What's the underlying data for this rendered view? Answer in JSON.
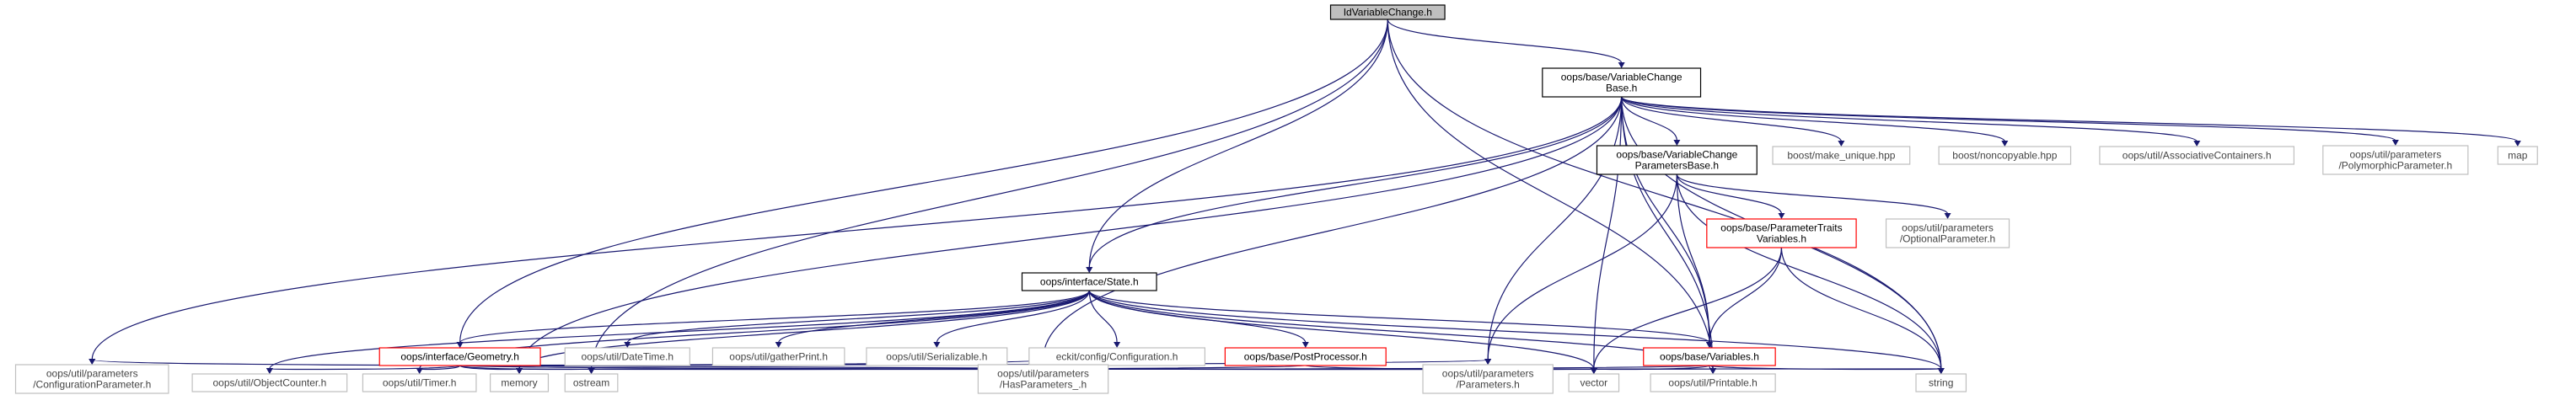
{
  "graph": {
    "title": "IdVariableChange.h",
    "colors": {
      "edge": "#191970",
      "root_fill": "#bfbfbf",
      "node_border_dark": "#000000",
      "node_border_light": "#bfbfbf",
      "node_border_red": "#ff0000"
    },
    "nodes": [
      {
        "id": "idvc",
        "lines": [
          "IdVariableChange.h"
        ],
        "style": "root"
      },
      {
        "id": "vcb",
        "lines": [
          "oops/base/VariableChange",
          "Base.h"
        ],
        "style": "dark"
      },
      {
        "id": "vcpb",
        "lines": [
          "oops/base/VariableChange",
          "ParametersBase.h"
        ],
        "style": "dark"
      },
      {
        "id": "bmu",
        "lines": [
          "boost/make_unique.hpp"
        ],
        "style": "light"
      },
      {
        "id": "bnc",
        "lines": [
          "boost/noncopyable.hpp"
        ],
        "style": "light"
      },
      {
        "id": "assoc",
        "lines": [
          "oops/util/AssociativeContainers.h"
        ],
        "style": "light"
      },
      {
        "id": "poly",
        "lines": [
          "oops/util/parameters",
          "/PolymorphicParameter.h"
        ],
        "style": "light"
      },
      {
        "id": "map",
        "lines": [
          "map"
        ],
        "style": "light"
      },
      {
        "id": "state",
        "lines": [
          "oops/interface/State.h"
        ],
        "style": "dark"
      },
      {
        "id": "ptv",
        "lines": [
          "oops/base/ParameterTraits",
          "Variables.h"
        ],
        "style": "red"
      },
      {
        "id": "optp",
        "lines": [
          "oops/util/parameters",
          "/OptionalParameter.h"
        ],
        "style": "light"
      },
      {
        "id": "geom",
        "lines": [
          "oops/interface/Geometry.h"
        ],
        "style": "red"
      },
      {
        "id": "datetime",
        "lines": [
          "oops/util/DateTime.h"
        ],
        "style": "light"
      },
      {
        "id": "gprint",
        "lines": [
          "oops/util/gatherPrint.h"
        ],
        "style": "light"
      },
      {
        "id": "serial",
        "lines": [
          "oops/util/Serializable.h"
        ],
        "style": "light"
      },
      {
        "id": "eckit",
        "lines": [
          "eckit/config/Configuration.h"
        ],
        "style": "light"
      },
      {
        "id": "postproc",
        "lines": [
          "oops/base/PostProcessor.h"
        ],
        "style": "red"
      },
      {
        "id": "vars",
        "lines": [
          "oops/base/Variables.h"
        ],
        "style": "red"
      },
      {
        "id": "confp",
        "lines": [
          "oops/util/parameters",
          "/ConfigurationParameter.h"
        ],
        "style": "light"
      },
      {
        "id": "objc",
        "lines": [
          "oops/util/ObjectCounter.h"
        ],
        "style": "light"
      },
      {
        "id": "timer",
        "lines": [
          "oops/util/Timer.h"
        ],
        "style": "light"
      },
      {
        "id": "memory",
        "lines": [
          "memory"
        ],
        "style": "light"
      },
      {
        "id": "ostream",
        "lines": [
          "ostream"
        ],
        "style": "light"
      },
      {
        "id": "hasp",
        "lines": [
          "oops/util/parameters",
          "/HasParameters_.h"
        ],
        "style": "light"
      },
      {
        "id": "params",
        "lines": [
          "oops/util/parameters",
          "/Parameters.h"
        ],
        "style": "light"
      },
      {
        "id": "vector",
        "lines": [
          "vector"
        ],
        "style": "light"
      },
      {
        "id": "printable",
        "lines": [
          "oops/util/Printable.h"
        ],
        "style": "light"
      },
      {
        "id": "string",
        "lines": [
          "string"
        ],
        "style": "light"
      }
    ],
    "edges": [
      [
        "idvc",
        "vcb"
      ],
      [
        "idvc",
        "state"
      ],
      [
        "idvc",
        "geom"
      ],
      [
        "idvc",
        "ostream"
      ],
      [
        "idvc",
        "printable"
      ],
      [
        "idvc",
        "string"
      ],
      [
        "vcb",
        "vcpb"
      ],
      [
        "vcb",
        "bmu"
      ],
      [
        "vcb",
        "bnc"
      ],
      [
        "vcb",
        "assoc"
      ],
      [
        "vcb",
        "poly"
      ],
      [
        "vcb",
        "map"
      ],
      [
        "vcb",
        "state"
      ],
      [
        "vcb",
        "vars"
      ],
      [
        "vcb",
        "confp"
      ],
      [
        "vcb",
        "memory"
      ],
      [
        "vcb",
        "hasp"
      ],
      [
        "vcb",
        "params"
      ],
      [
        "vcb",
        "vector"
      ],
      [
        "vcb",
        "printable"
      ],
      [
        "vcb",
        "string"
      ],
      [
        "vcpb",
        "ptv"
      ],
      [
        "vcpb",
        "optp"
      ],
      [
        "vcpb",
        "vars"
      ],
      [
        "vcpb",
        "params"
      ],
      [
        "vcpb",
        "string"
      ],
      [
        "ptv",
        "vars"
      ],
      [
        "ptv",
        "vector"
      ],
      [
        "ptv",
        "string"
      ],
      [
        "state",
        "geom"
      ],
      [
        "state",
        "datetime"
      ],
      [
        "state",
        "gprint"
      ],
      [
        "state",
        "serial"
      ],
      [
        "state",
        "eckit"
      ],
      [
        "state",
        "postproc"
      ],
      [
        "state",
        "vars"
      ],
      [
        "state",
        "objc"
      ],
      [
        "state",
        "timer"
      ],
      [
        "state",
        "memory"
      ],
      [
        "state",
        "vector"
      ],
      [
        "state",
        "printable"
      ],
      [
        "state",
        "string"
      ],
      [
        "geom",
        "confp"
      ],
      [
        "geom",
        "objc"
      ],
      [
        "geom",
        "timer"
      ],
      [
        "geom",
        "memory"
      ],
      [
        "geom",
        "ostream"
      ],
      [
        "geom",
        "hasp"
      ],
      [
        "geom",
        "params"
      ],
      [
        "geom",
        "vector"
      ],
      [
        "geom",
        "printable"
      ],
      [
        "geom",
        "string"
      ],
      [
        "postproc",
        "memory"
      ],
      [
        "postproc",
        "vector"
      ],
      [
        "vars",
        "ostream"
      ],
      [
        "vars",
        "vector"
      ],
      [
        "vars",
        "printable"
      ],
      [
        "vars",
        "string"
      ]
    ]
  }
}
